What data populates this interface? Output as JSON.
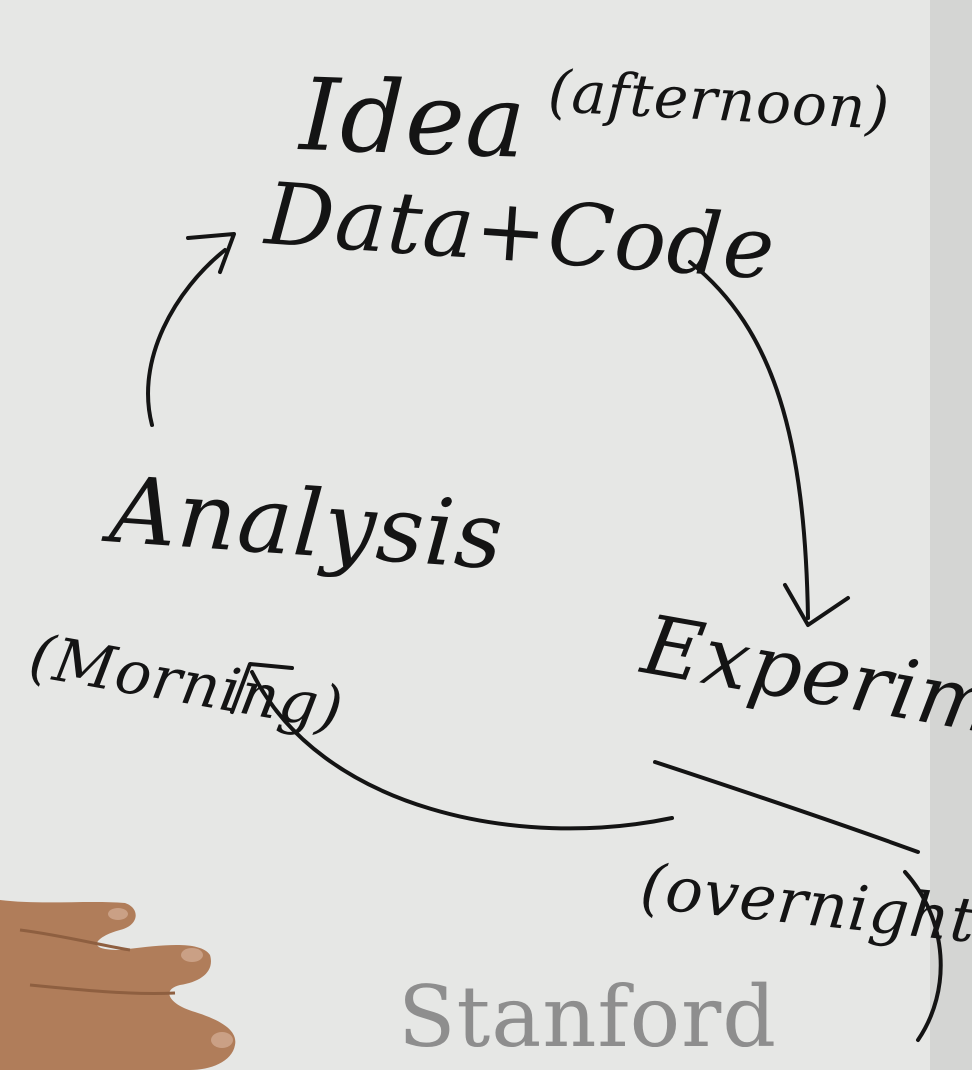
{
  "whiteboard": {
    "idea": "Idea",
    "idea_time": "(afternoon)",
    "data_code": "Data+Code",
    "analysis": "Analysis",
    "analysis_time": "(Morning)",
    "experiment": "Experiment",
    "experiment_time": "(overnight)"
  },
  "watermark": "Stanford",
  "colors": {
    "board": "#e6e7e5",
    "marker": "#141414",
    "watermark": "#8e8e8e"
  }
}
